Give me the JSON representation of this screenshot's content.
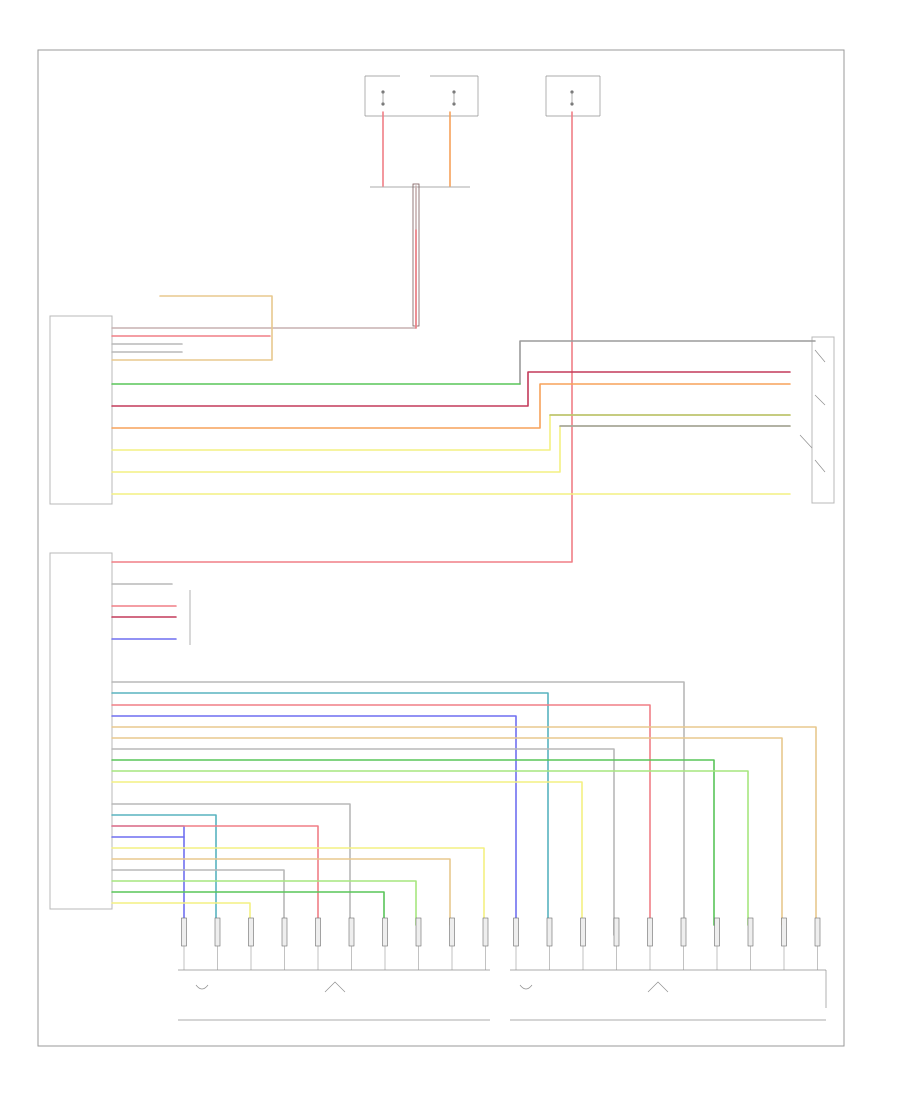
{
  "figure_code": "",
  "colors": {
    "red": "#f07f86",
    "red_dark": "#c33a5a",
    "orange": "#f7a25a",
    "green": "#59c559",
    "light_green": "#a6e67f",
    "yellow": "#f3f082",
    "tan": "#e8c88e",
    "blue": "#6f6ff0",
    "teal": "#58b3bf",
    "grey": "#9b9b9b",
    "olive": "#b6be6a"
  },
  "connector_bundles": [
    {
      "id": "left",
      "label": "",
      "leads": 10
    },
    {
      "id": "right",
      "label": "",
      "leads": 10
    }
  ]
}
